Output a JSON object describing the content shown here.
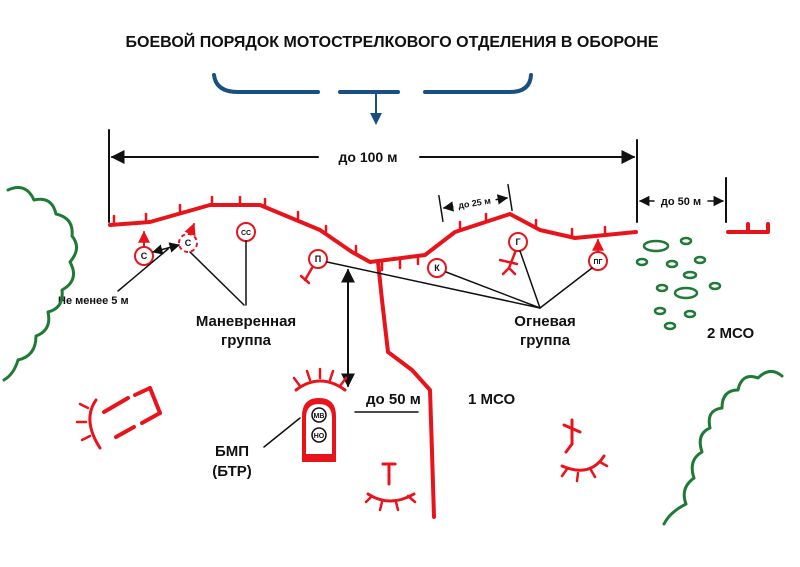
{
  "title": "БОЕВОЙ ПОРЯДОК МОТОСТРЕЛКОВОГО ОТДЕЛЕНИЯ В ОБОРОНЕ",
  "dimensions": {
    "front_width": "до 100 м",
    "interval": "до 50 м",
    "segment": "до 25 м",
    "depth": "до 50 м",
    "min_spacing": "Не менее 5 м"
  },
  "groups": {
    "maneuver_line1": "Маневренная",
    "maneuver_line2": "группа",
    "fire_line1": "Огневая",
    "fire_line2": "группа"
  },
  "units": {
    "squad1": "1 МСО",
    "squad2": "2 МСО"
  },
  "vehicle": {
    "line1": "БМП",
    "line2": "(БТР)",
    "crew_top": "МВ",
    "crew_bottom": "НО"
  },
  "positions": {
    "s1": "С",
    "s2": "С",
    "ss": "СС",
    "p": "П",
    "k": "К",
    "g": "Г",
    "pg": "ПГ"
  },
  "colors": {
    "position_line": "#e8141b",
    "terrain": "#1f7a35",
    "enemy_direction": "#1a4f82",
    "dimension": "#111111"
  }
}
